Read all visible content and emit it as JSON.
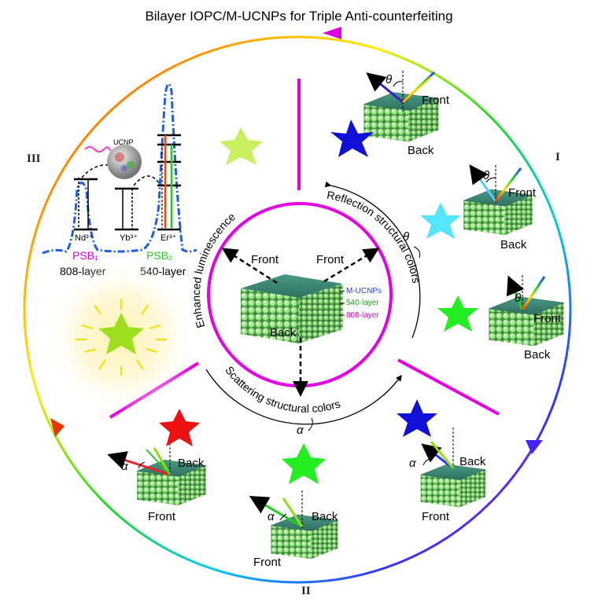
{
  "title": "Bilayer IOPC/M-UCNPs for Triple Anti-counterfeiting",
  "sections": {
    "one": "I",
    "two": "II",
    "three": "III"
  },
  "center": {
    "arc_top_left": "Enhanced luminescence",
    "arc_top_right": "Reflection structural colors",
    "arc_bottom": "Scattering structural colors",
    "front_left": "Front",
    "front_right": "Front",
    "back": "Back",
    "layers": [
      "M-UCNPs",
      "540-layer",
      "808-layer"
    ]
  },
  "spectrum": {
    "ucnp": "UCNP",
    "nd": "Nd³⁺",
    "yb": "Yb³⁺",
    "er": "Er³⁺",
    "psb1": "PSB₁",
    "psb2": "PSB₂",
    "layer808": "808-layer",
    "layer540": "540-layer"
  },
  "reflection": {
    "theta": "θ",
    "front": "Front",
    "back": "Back"
  },
  "scattering": {
    "alpha": "α",
    "front": "Front",
    "back": "Back"
  },
  "colors": {
    "ring_magenta": "#e600e6",
    "star_blue": "#1010d8",
    "star_cyan": "#55e6ff",
    "star_green": "#22ee22",
    "star_red": "#ee1111",
    "star_lime": "#c8f060",
    "curve_blue": "#1f5ee6"
  }
}
